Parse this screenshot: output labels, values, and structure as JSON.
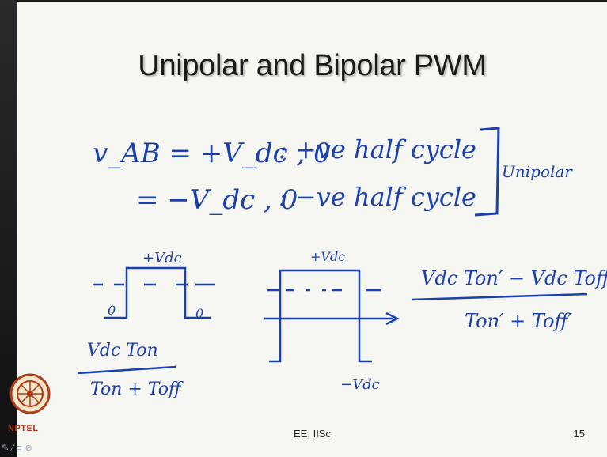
{
  "slide": {
    "title": "Unipolar and Bipolar PWM",
    "footer_center": "EE, IISc",
    "page_number": "15",
    "logo_text": "NPTEL",
    "handwriting": {
      "line1_lhs": "v_AB = +V_dc , 0",
      "line1_rhs": ": +ve half cycle",
      "line2_lhs": "= −V_dc , 0",
      "line2_rhs": ": −ve half cycle",
      "bracket_label": "Unipolar",
      "wave1_top_label": "+Vdc",
      "wave1_zero_left": "0",
      "wave1_zero_right": "0",
      "wave2_top_label": "+Vdc",
      "wave2_bottom_label": "−Vdc",
      "formula1_num": "Vdc Ton",
      "formula1_den": "Ton + Toff",
      "formula2_num": "Vdc Ton′ − Vdc Toff′",
      "formula2_den": "Ton′ + Toff′"
    },
    "toolbar_icons": [
      "pen-icon",
      "eraser-icon",
      "menu-icon",
      "arrow-icon"
    ]
  }
}
